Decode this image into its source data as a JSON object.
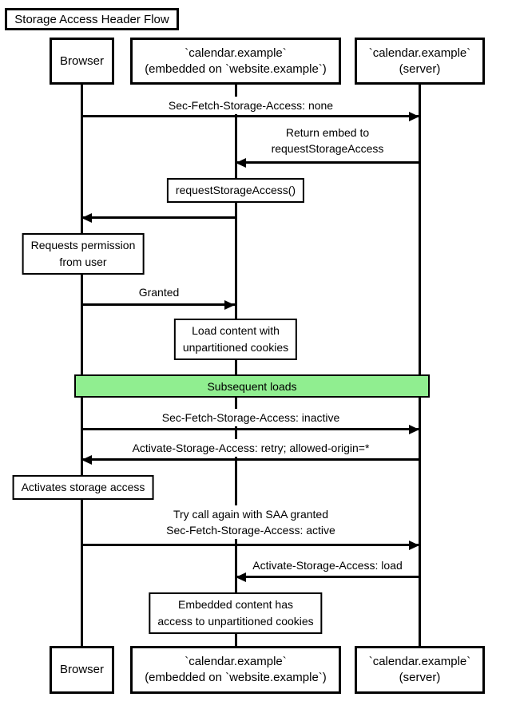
{
  "title": "Storage Access Header Flow",
  "participants": [
    {
      "id": "browser",
      "label": "Browser"
    },
    {
      "id": "embedded",
      "label": "`calendar.example`\n(embedded on `website.example`)"
    },
    {
      "id": "server",
      "label": "`calendar.example`\n(server)"
    }
  ],
  "messages": [
    {
      "from": "browser",
      "to": "server",
      "label": "Sec-Fetch-Storage-Access: none"
    },
    {
      "from": "server",
      "to": "embedded",
      "label": "Return embed to\nrequestStorageAccess"
    },
    {
      "from": "embedded",
      "to": "browser",
      "label": ""
    },
    {
      "from": "browser",
      "to": "embedded",
      "label": "Granted"
    },
    {
      "from": "browser",
      "to": "server",
      "label": "Sec-Fetch-Storage-Access: inactive"
    },
    {
      "from": "server",
      "to": "browser",
      "label": "Activate-Storage-Access: retry; allowed-origin=*"
    },
    {
      "from": "browser",
      "to": "server",
      "label": "Try call again with SAA granted\nSec-Fetch-Storage-Access: active"
    },
    {
      "from": "server",
      "to": "embedded",
      "label": "Activate-Storage-Access: load"
    }
  ],
  "notes": [
    {
      "over": "embedded",
      "label": "requestStorageAccess()"
    },
    {
      "over": "browser",
      "label": "Requests permission\nfrom user"
    },
    {
      "over": "embedded",
      "label": "Load content with\nunpartitioned cookies"
    },
    {
      "over": "browser",
      "label": "Activates storage access"
    },
    {
      "over": "embedded",
      "label": "Embedded content has\naccess to unpartitioned cookies"
    }
  ],
  "divider": {
    "label": "Subsequent loads",
    "fill_color": "#90EE90"
  },
  "colors": {
    "line": "#000000",
    "background": "#FFFFFF",
    "divider_fill": "#90EE90"
  }
}
